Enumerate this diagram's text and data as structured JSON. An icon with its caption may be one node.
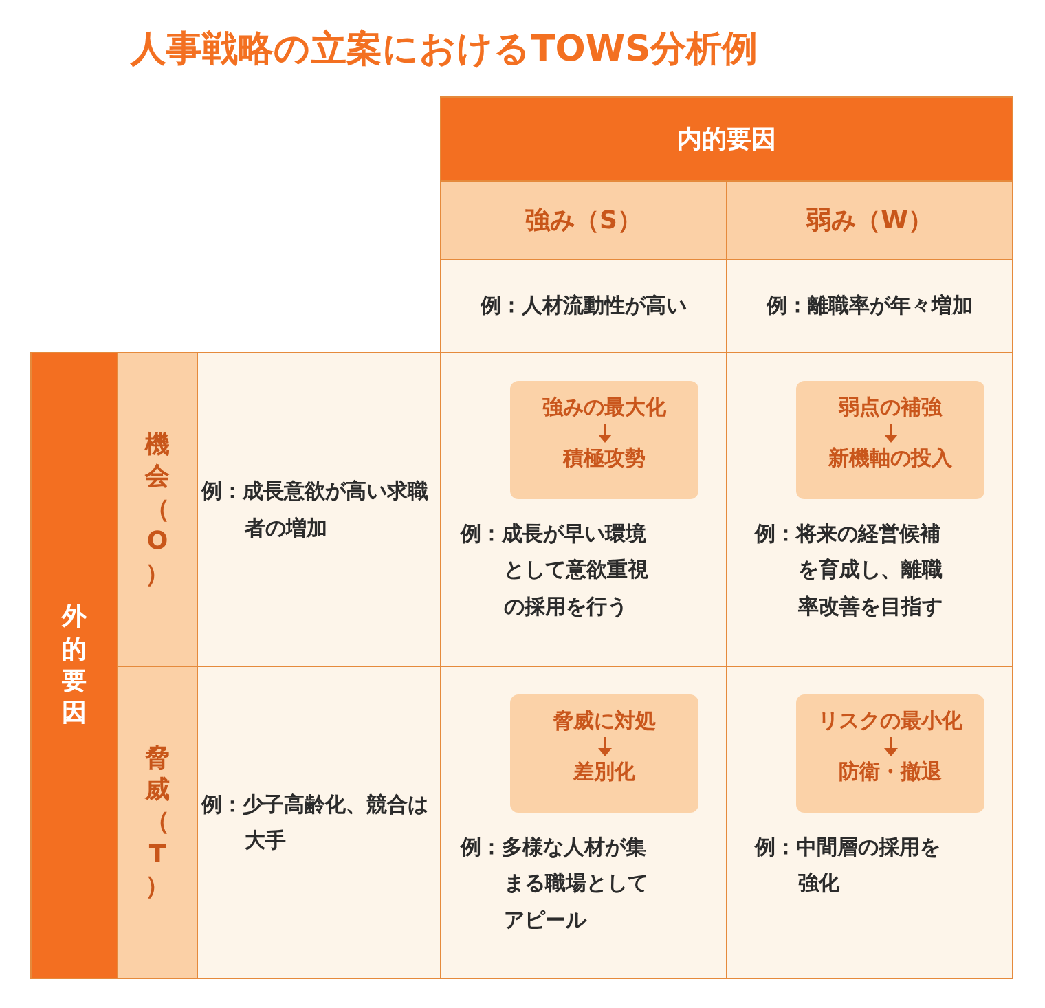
{
  "diagram": {
    "title": "人事戦略の立案におけるTOWS分析例",
    "nodes": [
      {
        "text": [
          "強みの最大化",
          "積極攻勢"
        ]
      },
      {
        "text": [
          "弱点の補強",
          "新機軸の投入"
        ]
      },
      {
        "text": [
          "脅威に対処",
          "差別化"
        ]
      },
      {
        "text": [
          "リスクの最小化",
          "防衛・撤退"
        ]
      }
    ],
    "labels": [
      "内的要因",
      "強み（S）",
      "弱み（W）",
      "例：人材流動性が高い",
      "例：離職率が年々増加",
      "外的要因",
      "機会（O）",
      "例：成長意欲が高い求職者の増加",
      "例：成長が早い環境として意欲重視の採用を行う",
      "例：将来の経営候補を育成し、離職率改善を目指す",
      "脅威（T）",
      "例：少子高齢化、競合は大手",
      "例：多様な人材が集まる職場としてアピール",
      "例：中間層の採用を強化"
    ]
  }
}
